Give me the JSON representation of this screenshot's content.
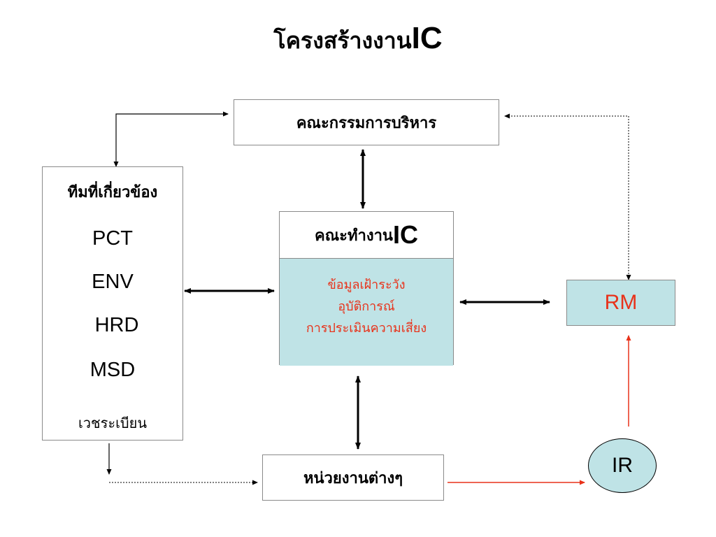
{
  "title": {
    "thai": "โครงสร้างงาน",
    "latin": "IC"
  },
  "executive_committee": "คณะกรรมการบริหาร",
  "related_teams": {
    "heading": "ทีมที่เกี่ยวข้อง",
    "items": [
      "PCT",
      "ENV",
      "HRD",
      "MSD"
    ],
    "last_item": "เวชระเบียน"
  },
  "ic_working_group": {
    "heading_thai": "คณะทำงาน",
    "heading_latin": "IC",
    "lines": [
      "ข้อมูลเฝ้าระวัง",
      "อุบัติการณ์",
      "การประเมินความเสี่ยง"
    ]
  },
  "rm": "RM",
  "ir": "IR",
  "departments": "หน่วยงานต่างๆ",
  "colors": {
    "highlight_fill": "#bfe3e6",
    "red": "#e8321a"
  }
}
